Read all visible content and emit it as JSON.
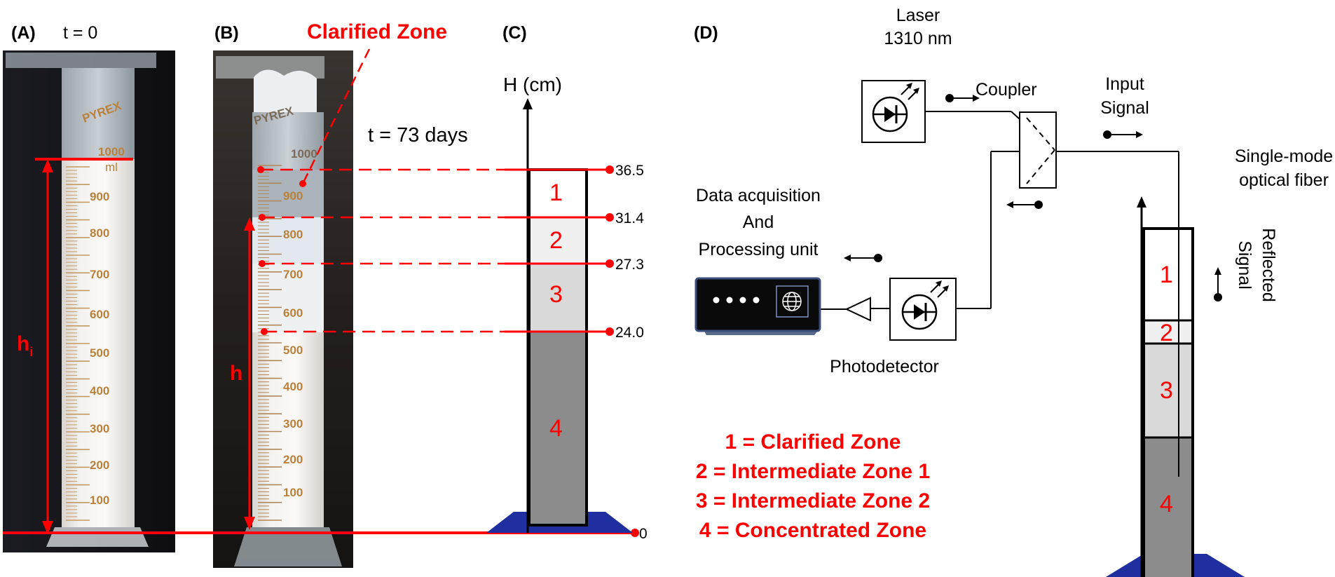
{
  "panels": {
    "a_label": "(A)",
    "a_time": "t = 0",
    "b_label": "(B)",
    "b_clarified": "Clarified Zone",
    "b_time": "t = 73 days",
    "c_label": "(C)",
    "d_label": "(D)"
  },
  "photo_a": {
    "graduations": [
      "900",
      "800",
      "700",
      "600",
      "500",
      "400",
      "300",
      "200",
      "100"
    ],
    "ml_label": "ml",
    "top_mark": "1000",
    "brand": "PYREX",
    "height_label_main": "h",
    "height_label_sub": "i"
  },
  "photo_b": {
    "graduations": [
      "900",
      "800",
      "700",
      "600",
      "500",
      "400",
      "300",
      "200",
      "100"
    ],
    "top_mark": "1000",
    "brand": "PYREX",
    "height_label": "h"
  },
  "column_c": {
    "axis_label": "H (cm)",
    "levels": [
      "36.5",
      "31.4",
      "27.3",
      "24.0",
      "0"
    ],
    "zones": [
      "1",
      "2",
      "3",
      "4"
    ]
  },
  "setup_d": {
    "laser_title": "Laser",
    "laser_wavelength": "1310 nm",
    "coupler": "Coupler",
    "input_line1": "Input",
    "input_line2": "Signal",
    "fiber_line1": "Single-mode",
    "fiber_line2": "optical fiber",
    "daq_line1": "Data acquisition",
    "daq_line2": "And",
    "daq_line3": "Processing unit",
    "photodetector": "Photodetector",
    "reflected_line1": "Reflected",
    "reflected_line2": "Signal",
    "zones": [
      "1",
      "2",
      "3",
      "4"
    ]
  },
  "legend": [
    "1 = Clarified Zone",
    "2 = Intermediate Zone 1",
    "3 = Intermediate Zone 2",
    "4 = Concentrated Zone"
  ],
  "colors": {
    "annotation": "#ff0000",
    "zone1_fill": "#ffffff",
    "zone2_fill": "#f0f0f0",
    "zone3_fill": "#d9d9d9",
    "zone4_fill": "#8c8c8c",
    "base_fill": "#1f2f9f"
  }
}
